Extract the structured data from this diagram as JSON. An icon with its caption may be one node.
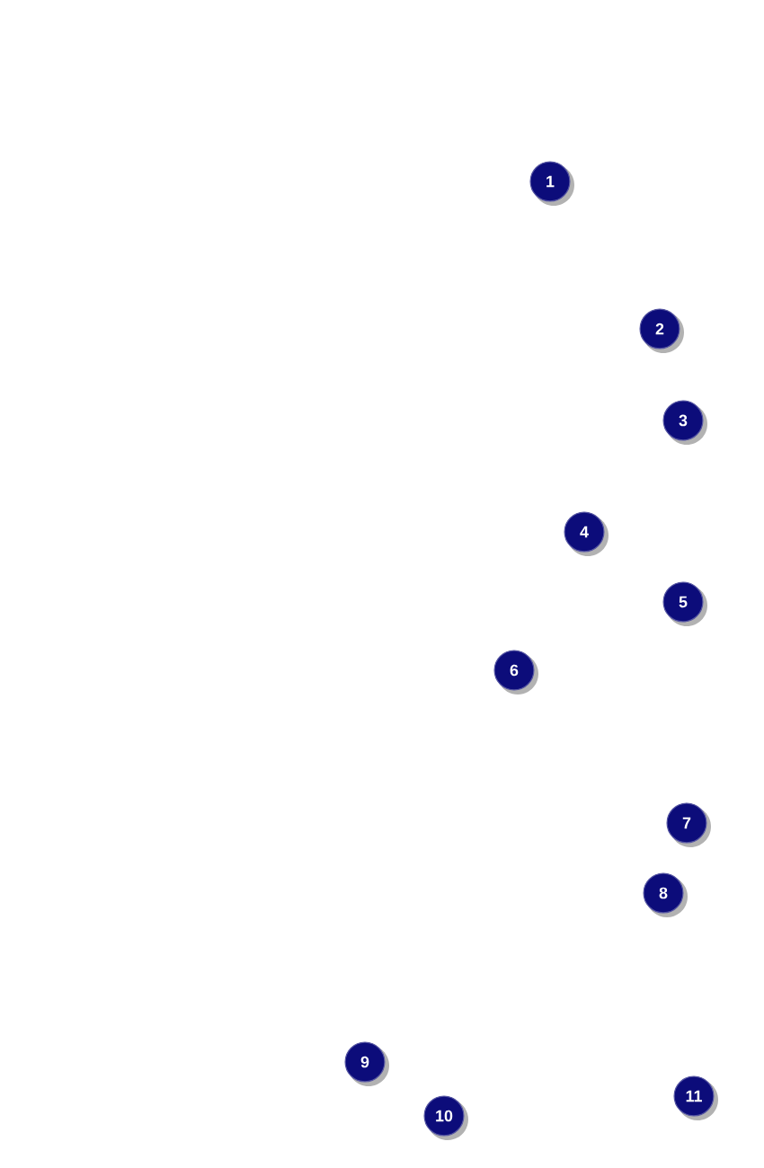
{
  "diagram": {
    "labels": [
      "1",
      "2",
      "3",
      "4",
      "5",
      "6",
      "7",
      "8",
      "9",
      "10",
      "11"
    ]
  }
}
